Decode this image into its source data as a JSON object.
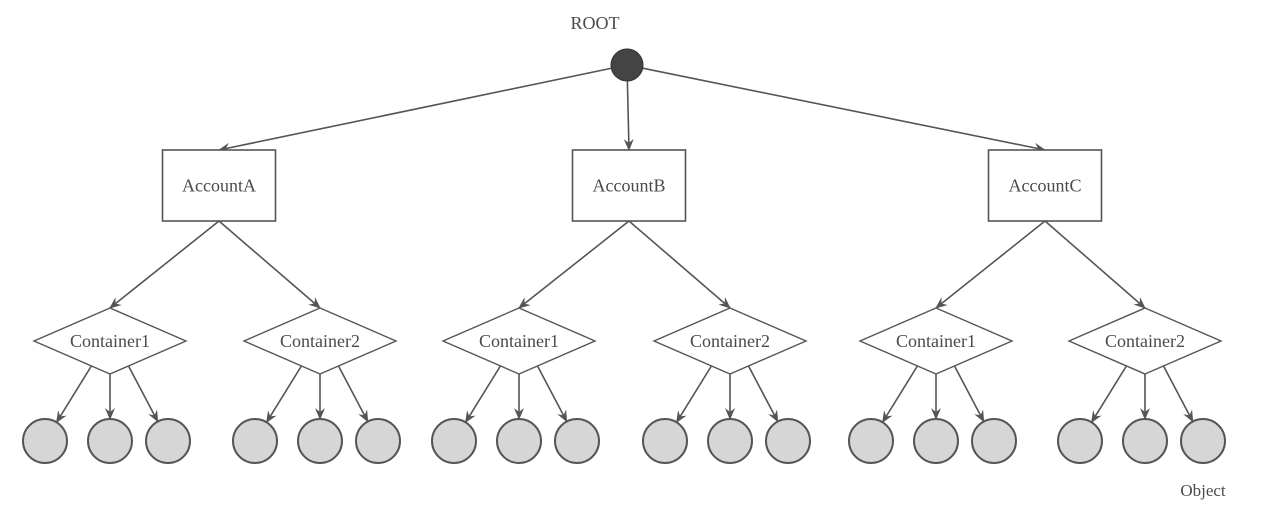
{
  "diagram": {
    "title_label": "ROOT",
    "object_label": "Object",
    "colors": {
      "line": "#555555",
      "root_fill": "#444444",
      "object_fill": "#d6d6d6",
      "text": "#4a4a4a"
    },
    "root": {
      "label": "ROOT",
      "icon": "filled-circle"
    },
    "accounts": [
      {
        "label": "AccountA",
        "containers": [
          {
            "label": "Container1",
            "objects": 3
          },
          {
            "label": "Container2",
            "objects": 3
          }
        ]
      },
      {
        "label": "AccountB",
        "containers": [
          {
            "label": "Container1",
            "objects": 3
          },
          {
            "label": "Container2",
            "objects": 3
          }
        ]
      },
      {
        "label": "AccountC",
        "containers": [
          {
            "label": "Container1",
            "objects": 3
          },
          {
            "label": "Container2",
            "objects": 3
          }
        ]
      }
    ]
  }
}
